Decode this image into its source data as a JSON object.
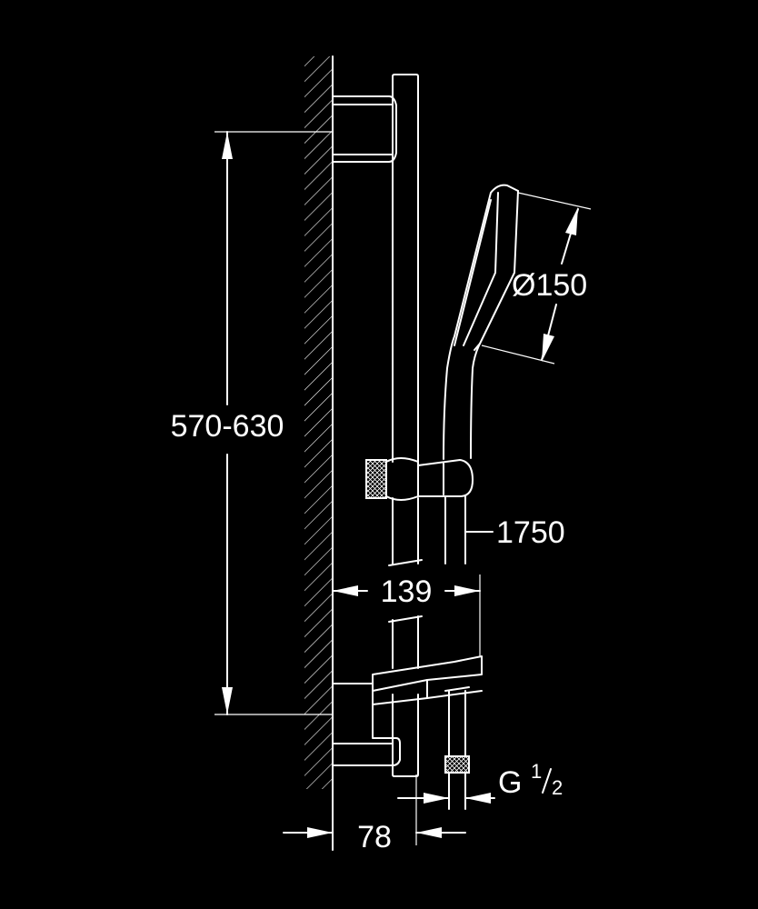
{
  "dimensions": {
    "bar_height_range": "570-630",
    "handshower_diameter": "Ø150",
    "hose_length": "1750",
    "holder_projection": "139",
    "wall_to_bar_offset": "78",
    "connection_thread_letter": "G",
    "connection_thread_numerator": "1",
    "connection_thread_denominator": "2"
  },
  "colors": {
    "background": "#000000",
    "lines": "#ffffff"
  }
}
